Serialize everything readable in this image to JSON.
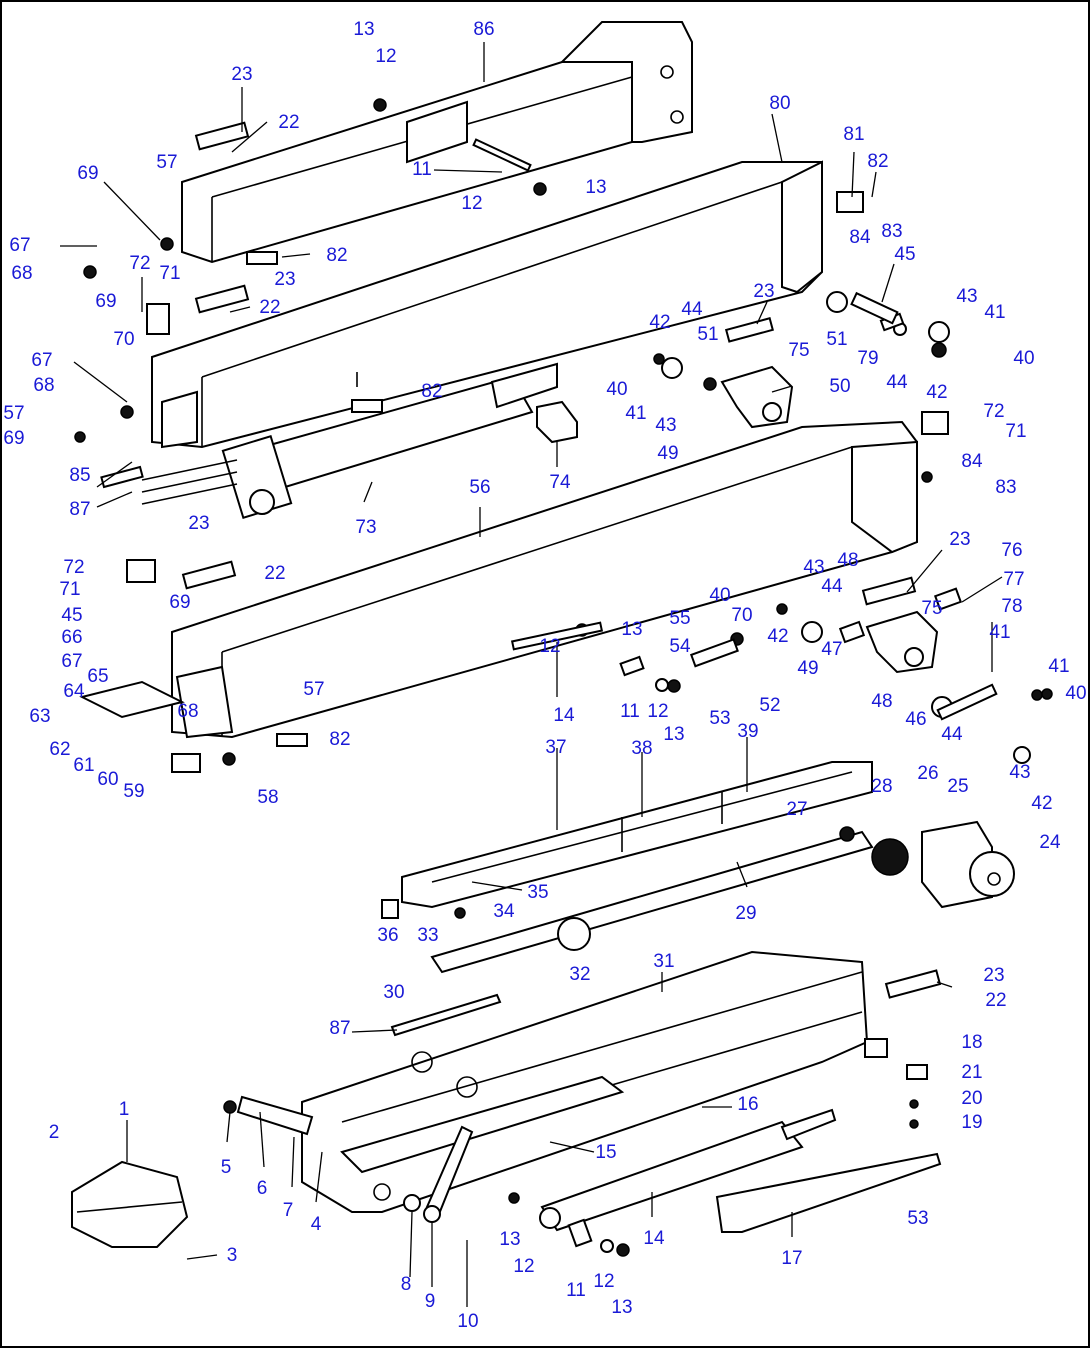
{
  "diagram": {
    "type": "exploded-parts-view",
    "label_color": "#1a1ad6",
    "callouts": [
      {
        "id": "c01",
        "text": "13"
      },
      {
        "id": "c02",
        "text": "86"
      },
      {
        "id": "c03",
        "text": "12"
      },
      {
        "id": "c04",
        "text": "23"
      },
      {
        "id": "c05",
        "text": "22"
      },
      {
        "id": "c06",
        "text": "80"
      },
      {
        "id": "c07",
        "text": "11"
      },
      {
        "id": "c08",
        "text": "13"
      },
      {
        "id": "c09",
        "text": "12"
      },
      {
        "id": "c10",
        "text": "57"
      },
      {
        "id": "c11",
        "text": "69"
      },
      {
        "id": "c12",
        "text": "81"
      },
      {
        "id": "c13",
        "text": "82"
      },
      {
        "id": "c14",
        "text": "67"
      },
      {
        "id": "c15",
        "text": "68"
      },
      {
        "id": "c16",
        "text": "72"
      },
      {
        "id": "c17",
        "text": "71"
      },
      {
        "id": "c18",
        "text": "82"
      },
      {
        "id": "c19",
        "text": "23"
      },
      {
        "id": "c20",
        "text": "84"
      },
      {
        "id": "c21",
        "text": "83"
      },
      {
        "id": "c22",
        "text": "45"
      },
      {
        "id": "c23",
        "text": "69"
      },
      {
        "id": "c24",
        "text": "22"
      },
      {
        "id": "c25",
        "text": "70"
      },
      {
        "id": "c26",
        "text": "23"
      },
      {
        "id": "c27",
        "text": "43"
      },
      {
        "id": "c28",
        "text": "41"
      },
      {
        "id": "c29",
        "text": "42"
      },
      {
        "id": "c30",
        "text": "44"
      },
      {
        "id": "c31",
        "text": "75"
      },
      {
        "id": "c32",
        "text": "51"
      },
      {
        "id": "c33",
        "text": "51"
      },
      {
        "id": "c34",
        "text": "79"
      },
      {
        "id": "c35",
        "text": "44"
      },
      {
        "id": "c36",
        "text": "40"
      },
      {
        "id": "c37",
        "text": "67"
      },
      {
        "id": "c38",
        "text": "68"
      },
      {
        "id": "c39",
        "text": "82"
      },
      {
        "id": "c40",
        "text": "40"
      },
      {
        "id": "c41",
        "text": "41"
      },
      {
        "id": "c42",
        "text": "43"
      },
      {
        "id": "c43",
        "text": "50"
      },
      {
        "id": "c44",
        "text": "42"
      },
      {
        "id": "c45",
        "text": "57"
      },
      {
        "id": "c46",
        "text": "69"
      },
      {
        "id": "c47",
        "text": "72"
      },
      {
        "id": "c48",
        "text": "71"
      },
      {
        "id": "c49",
        "text": "49"
      },
      {
        "id": "c50",
        "text": "74"
      },
      {
        "id": "c51",
        "text": "84"
      },
      {
        "id": "c52",
        "text": "83"
      },
      {
        "id": "c53",
        "text": "85"
      },
      {
        "id": "c54",
        "text": "87"
      },
      {
        "id": "c55",
        "text": "56"
      },
      {
        "id": "c56",
        "text": "23"
      },
      {
        "id": "c57",
        "text": "73"
      },
      {
        "id": "c58",
        "text": "23"
      },
      {
        "id": "c59",
        "text": "76"
      },
      {
        "id": "c60",
        "text": "72"
      },
      {
        "id": "c61",
        "text": "22"
      },
      {
        "id": "c62",
        "text": "48"
      },
      {
        "id": "c63",
        "text": "43"
      },
      {
        "id": "c64",
        "text": "77"
      },
      {
        "id": "c65",
        "text": "71"
      },
      {
        "id": "c66",
        "text": "40"
      },
      {
        "id": "c67",
        "text": "44"
      },
      {
        "id": "c68",
        "text": "75"
      },
      {
        "id": "c69",
        "text": "78"
      },
      {
        "id": "c70",
        "text": "69"
      },
      {
        "id": "c71",
        "text": "70"
      },
      {
        "id": "c72",
        "text": "41"
      },
      {
        "id": "c73",
        "text": "42"
      },
      {
        "id": "c74",
        "text": "45"
      },
      {
        "id": "c75",
        "text": "55"
      },
      {
        "id": "c76",
        "text": "13"
      },
      {
        "id": "c77",
        "text": "66"
      },
      {
        "id": "c78",
        "text": "12"
      },
      {
        "id": "c79",
        "text": "54"
      },
      {
        "id": "c80",
        "text": "47"
      },
      {
        "id": "c81",
        "text": "67"
      },
      {
        "id": "c82",
        "text": "65"
      },
      {
        "id": "c83",
        "text": "49"
      },
      {
        "id": "c84",
        "text": "41"
      },
      {
        "id": "c85",
        "text": "40"
      },
      {
        "id": "c86",
        "text": "64"
      },
      {
        "id": "c87",
        "text": "57"
      },
      {
        "id": "c88",
        "text": "11"
      },
      {
        "id": "c89",
        "text": "12"
      },
      {
        "id": "c90",
        "text": "52"
      },
      {
        "id": "c91",
        "text": "48"
      },
      {
        "id": "c92",
        "text": "46"
      },
      {
        "id": "c93",
        "text": "63"
      },
      {
        "id": "c94",
        "text": "68"
      },
      {
        "id": "c95",
        "text": "14"
      },
      {
        "id": "c96",
        "text": "53"
      },
      {
        "id": "c97",
        "text": "13"
      },
      {
        "id": "c98",
        "text": "44"
      },
      {
        "id": "c99",
        "text": "82"
      },
      {
        "id": "c100",
        "text": "62"
      },
      {
        "id": "c101",
        "text": "61"
      },
      {
        "id": "c102",
        "text": "43"
      },
      {
        "id": "c103",
        "text": "42"
      },
      {
        "id": "c104",
        "text": "60"
      },
      {
        "id": "c105",
        "text": "59"
      },
      {
        "id": "c106",
        "text": "58"
      },
      {
        "id": "c107",
        "text": "37"
      },
      {
        "id": "c108",
        "text": "38"
      },
      {
        "id": "c109",
        "text": "39"
      },
      {
        "id": "c110",
        "text": "26"
      },
      {
        "id": "c111",
        "text": "25"
      },
      {
        "id": "c112",
        "text": "28"
      },
      {
        "id": "c113",
        "text": "27"
      },
      {
        "id": "c114",
        "text": "24"
      },
      {
        "id": "c115",
        "text": "35"
      },
      {
        "id": "c116",
        "text": "34"
      },
      {
        "id": "c117",
        "text": "29"
      },
      {
        "id": "c118",
        "text": "36"
      },
      {
        "id": "c119",
        "text": "33"
      },
      {
        "id": "c120",
        "text": "32"
      },
      {
        "id": "c121",
        "text": "30"
      },
      {
        "id": "c122",
        "text": "31"
      },
      {
        "id": "c123",
        "text": "23"
      },
      {
        "id": "c124",
        "text": "22"
      },
      {
        "id": "c125",
        "text": "87"
      },
      {
        "id": "c126",
        "text": "18"
      },
      {
        "id": "c127",
        "text": "21"
      },
      {
        "id": "c128",
        "text": "20"
      },
      {
        "id": "c129",
        "text": "19"
      },
      {
        "id": "c130",
        "text": "1"
      },
      {
        "id": "c131",
        "text": "16"
      },
      {
        "id": "c132",
        "text": "2"
      },
      {
        "id": "c133",
        "text": "5"
      },
      {
        "id": "c134",
        "text": "6"
      },
      {
        "id": "c135",
        "text": "7"
      },
      {
        "id": "c136",
        "text": "15"
      },
      {
        "id": "c137",
        "text": "4"
      },
      {
        "id": "c138",
        "text": "3"
      },
      {
        "id": "c139",
        "text": "13"
      },
      {
        "id": "c140",
        "text": "14"
      },
      {
        "id": "c141",
        "text": "17"
      },
      {
        "id": "c142",
        "text": "53"
      },
      {
        "id": "c143",
        "text": "12"
      },
      {
        "id": "c144",
        "text": "8"
      },
      {
        "id": "c145",
        "text": "9"
      },
      {
        "id": "c146",
        "text": "11"
      },
      {
        "id": "c147",
        "text": "12"
      },
      {
        "id": "c148",
        "text": "13"
      },
      {
        "id": "c149",
        "text": "10"
      }
    ]
  }
}
